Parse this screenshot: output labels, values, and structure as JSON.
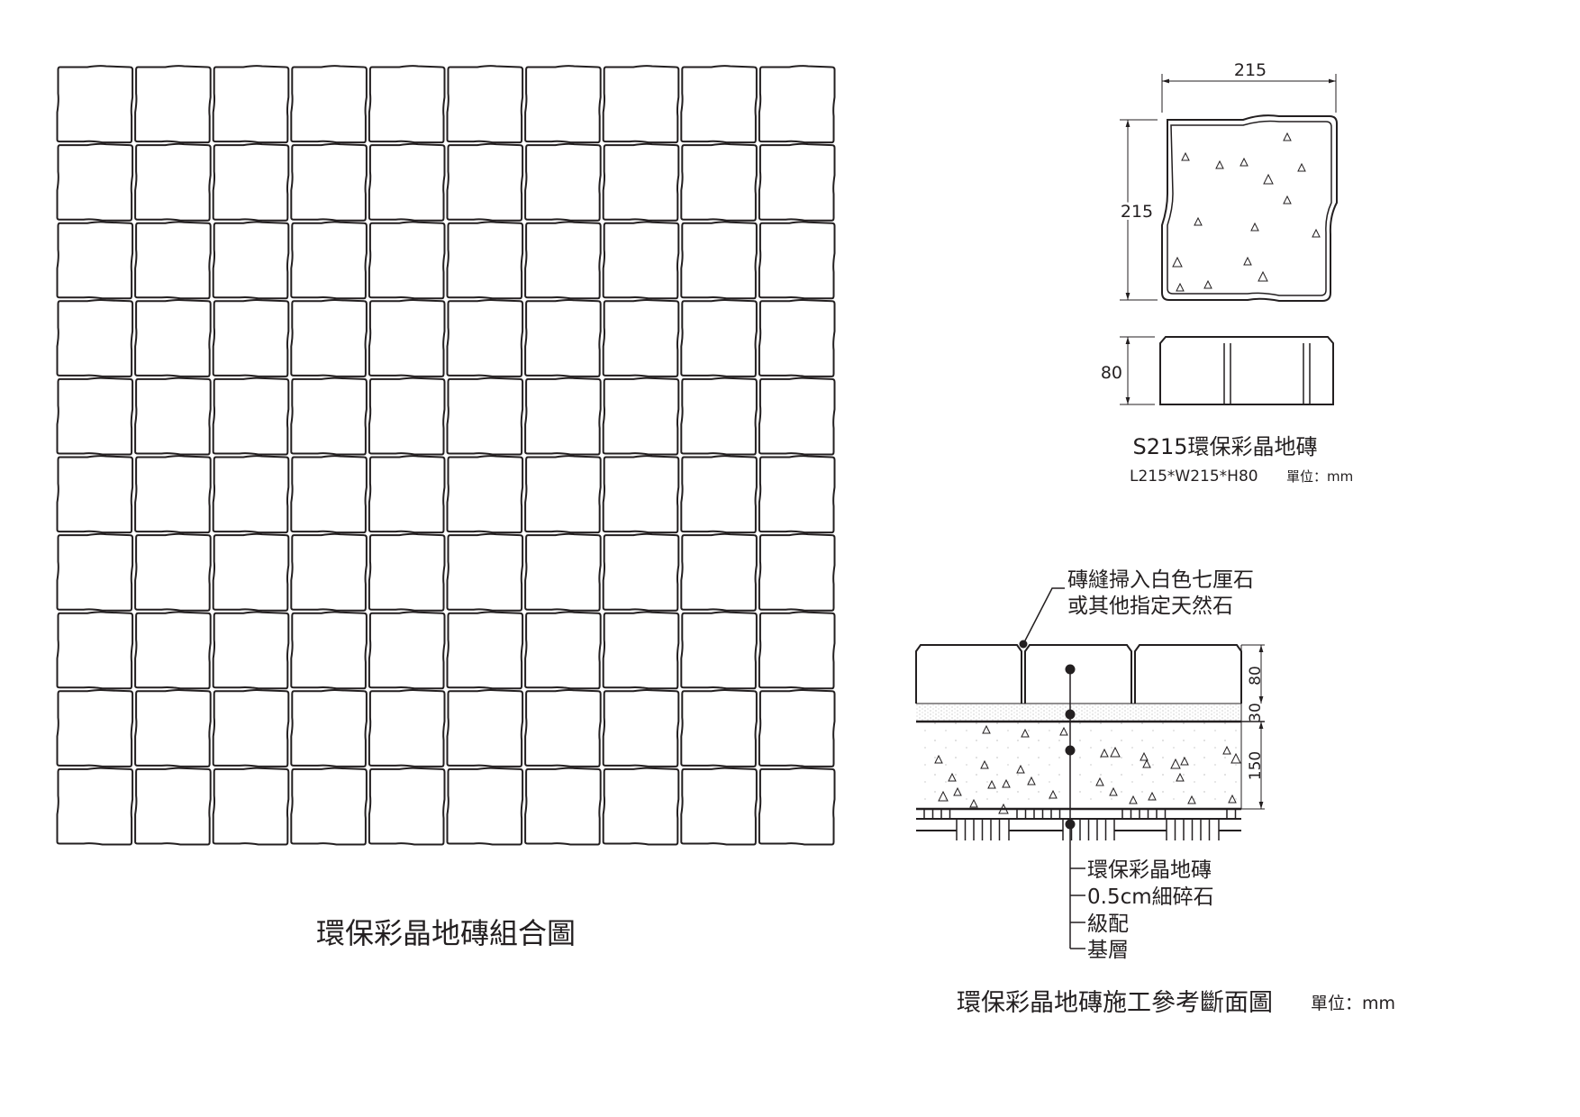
{
  "layout_plan": {
    "caption": "環保彩晶地磚組合圖",
    "rows": 10,
    "cols": 10
  },
  "tile_spec": {
    "top_view": {
      "width_dim": "215",
      "length_dim": "215"
    },
    "side_view": {
      "height_dim": "80"
    },
    "title": "S215環保彩晶地磚",
    "size": "L215*W215*H80",
    "unit": "單位：mm"
  },
  "section": {
    "joint_note_line1": "磚縫掃入白色七厘石",
    "joint_note_line2": "或其他指定天然石",
    "dims": [
      "80",
      "30",
      "150"
    ],
    "layers": [
      "環保彩晶地磚",
      "0.5cm細碎石",
      "級配",
      "基層"
    ],
    "caption": "環保彩晶地磚施工參考斷面圖",
    "unit": "單位：mm"
  },
  "colors": {
    "line": "#231f20",
    "background": "#ffffff"
  }
}
